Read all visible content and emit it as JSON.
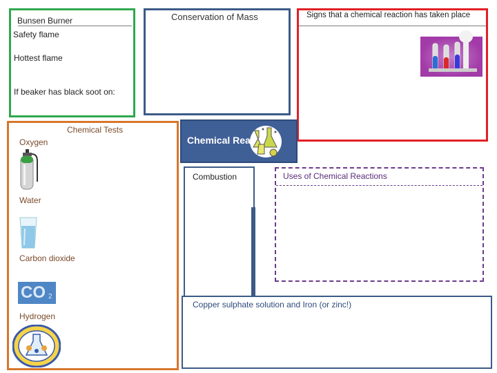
{
  "bunsen": {
    "title": "Bunsen Burner",
    "safety": "Safety flame",
    "hottest": "Hottest flame",
    "soot": "If beaker has black soot on:"
  },
  "conservation": {
    "title": "Conservation of Mass"
  },
  "signs": {
    "title": "Signs that a chemical reaction has taken place"
  },
  "tests": {
    "title": "Chemical Tests",
    "oxygen": "Oxygen",
    "water": "Water",
    "carbon_dioxide": "Carbon dioxide",
    "co2_label": "CO",
    "co2_sub": "2",
    "hydrogen": "Hydrogen"
  },
  "reactions": {
    "title": "Chemical Reactions"
  },
  "combustion": {
    "title": "Combustion"
  },
  "uses": {
    "title": "Uses of Chemical Reactions"
  },
  "copper": {
    "title": "Copper sulphate solution and Iron (or zinc!)"
  },
  "colors": {
    "green": "#2fa84f",
    "blue": "#3c5a86",
    "red": "#e11f26",
    "orange": "#d7762b",
    "purple": "#6a3a8a",
    "banner": "#3f5f97"
  }
}
